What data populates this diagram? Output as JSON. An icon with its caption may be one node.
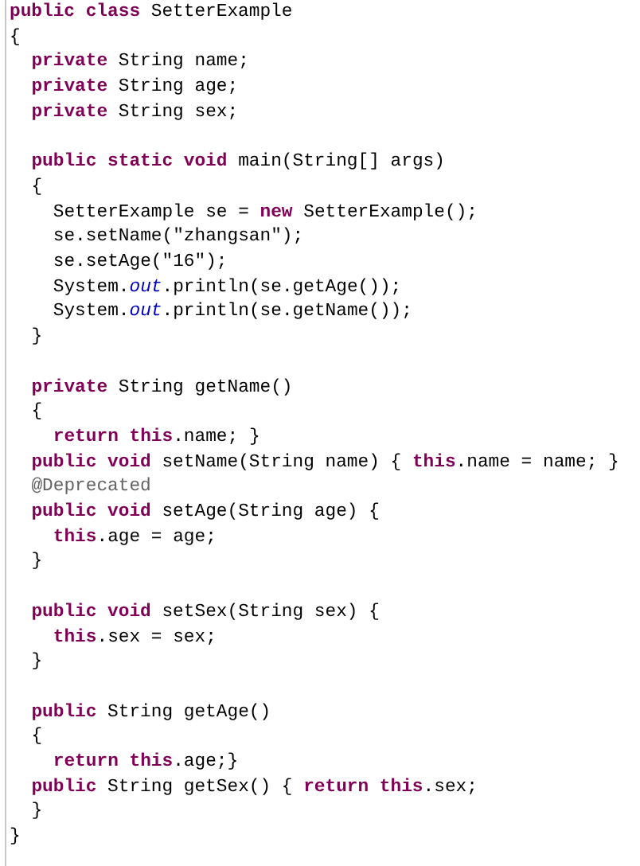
{
  "diagram": {
    "labels": [
      "**public class** SetterExample",
      "{",
      "**private** String name;",
      "**private** String age;",
      "**private** String sex;",
      "**public static void** main(String[] args)",
      "{",
      "SetterExample se = **new** SetterExample();",
      "se.setName(\"zhangsan\");",
      "se.setAge(\"16\");",
      "System.*out*.println(se.getAge());",
      "System.*out*.println(se.getName());",
      "}",
      "**private** String getName()",
      "{",
      "**return this**.name; }",
      "**public void** setName(String name) { **this**.name = name; }",
      "@Deprecated",
      "**public void** setAge(String age) {",
      "**this**.age = age;",
      "}",
      "**public void** setSex(String sex) {",
      "**this**.sex = sex;",
      "}",
      "**public** String getAge()",
      "{",
      "**return this**.age;}",
      "**public** String getSex() { **return this**.sex;",
      "}",
      "}"
    ]
  }
}
